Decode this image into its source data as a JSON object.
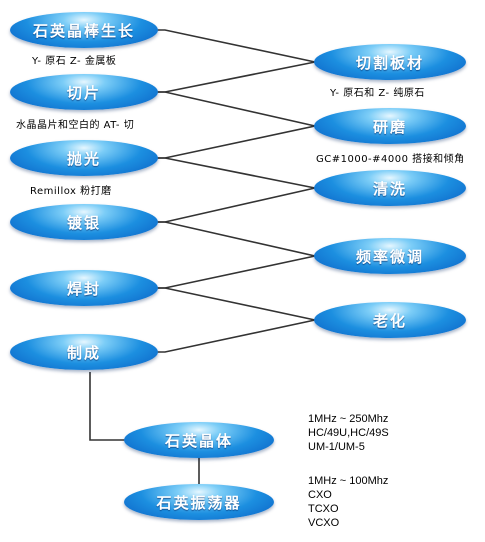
{
  "left_steps": [
    {
      "label": "石英晶棒生长",
      "note": "Y- 原石 Z- 金属板"
    },
    {
      "label": "切片",
      "note": "水晶晶片和空白的 AT- 切"
    },
    {
      "label": "抛光",
      "note": "Remillox 粉打磨"
    },
    {
      "label": "镀银",
      "note": ""
    },
    {
      "label": "焊封",
      "note": ""
    },
    {
      "label": "制成",
      "note": ""
    }
  ],
  "right_steps": [
    {
      "label": "切割板材",
      "note": "Y- 原石和 Z- 纯原石"
    },
    {
      "label": "研磨",
      "note": "GC#1000-#4000 搭接和倾角"
    },
    {
      "label": "清洗",
      "note": ""
    },
    {
      "label": "频率微调",
      "note": ""
    },
    {
      "label": "老化",
      "note": ""
    }
  ],
  "products": [
    {
      "label": "石英晶体",
      "specs": [
        "1MHz ~ 250Mhz",
        "HC/49U,HC/49S",
        "UM-1/UM-5"
      ]
    },
    {
      "label": "石英振荡器",
      "specs": [
        "1MHz ~ 100Mhz",
        "CXO",
        "TCXO",
        "VCXO"
      ]
    }
  ],
  "colors": {
    "pill_dark": "#0a5fc4",
    "pill_light": "#7ccdf7",
    "line": "#333333"
  }
}
